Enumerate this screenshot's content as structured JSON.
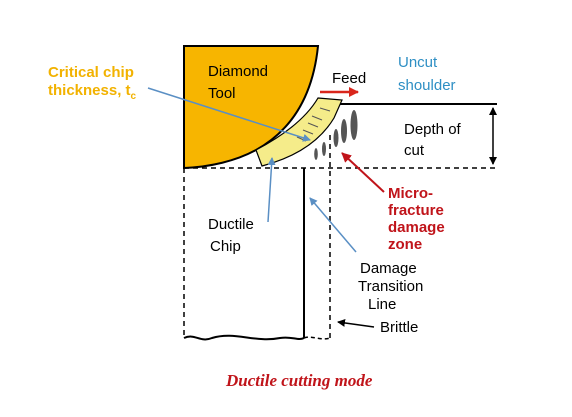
{
  "labels": {
    "diamond_tool": [
      "Diamond",
      "Tool"
    ],
    "feed": "Feed",
    "uncut_shoulder": [
      "Uncut",
      "shoulder"
    ],
    "critical_chip": [
      "Critical chip",
      "thickness,  t",
      "c"
    ],
    "depth_of_cut": [
      "Depth of",
      "cut"
    ],
    "micro_fracture": [
      "Micro-",
      "fracture",
      "damage",
      "zone"
    ],
    "ductile_chip": [
      "Ductile",
      "Chip"
    ],
    "damage_transition": [
      "Damage",
      "Transition",
      "Line"
    ],
    "brittle": "Brittle"
  },
  "caption": "Ductile cutting mode",
  "colors": {
    "tool_fill": "#f7b500",
    "chip_fill": "#f5ec8a",
    "critical_text": "#f2b200",
    "blue_text": "#2e8fc4",
    "arrow_blue": "#5a8fc4",
    "red_text": "#c0141a",
    "caption_red": "#c0141a",
    "feed_arrow": "#d9261c",
    "damage_ellipse": "#555555"
  }
}
